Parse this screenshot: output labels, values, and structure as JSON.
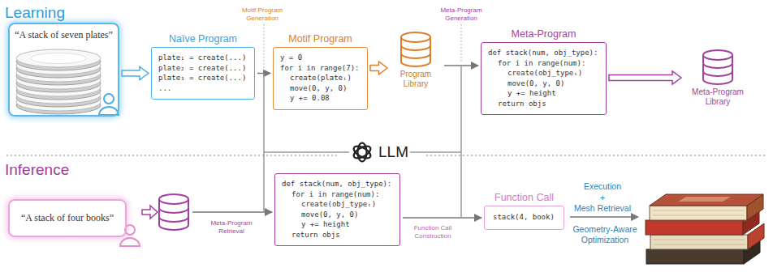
{
  "diagram": {
    "nodes": [
      {
        "text": [
          "“A stack of seven plates”"
        ]
      },
      {
        "text": [
          "Naïve Program",
          "plate₁ = create(...)",
          "plate₂ = create(...)",
          "plate₃ = create(...)",
          "..."
        ]
      },
      {
        "text": [
          "Motif Program",
          "y = 0",
          "for i in range(7):",
          "create(plateᵢ)",
          "move(0, y, 0)",
          "y += 0.08"
        ]
      },
      {
        "text": [
          "Program Library"
        ]
      },
      {
        "text": [
          "Meta-Program",
          "def stack(num, obj_type):",
          "for i in range(num):",
          "create(obj_typeᵢ)",
          "move(0, y, 0)",
          "y += height",
          "return objs"
        ]
      },
      {
        "text": [
          "Meta-Program Library"
        ]
      },
      {
        "text": [
          "LLM"
        ]
      },
      {
        "text": [
          "“A stack of four books”"
        ]
      },
      {
        "text": [
          "def stack(num, obj_type):",
          "for i in range(num):",
          "create(obj_typeᵢ)",
          "move(0, y, 0)",
          "y += height",
          "return objs"
        ]
      },
      {
        "text": [
          "Function Call",
          "stack(4, book)"
        ]
      }
    ],
    "edges": [
      {
        "from": 0,
        "to": 1,
        "arrow": "to"
      },
      {
        "from": 1,
        "to": 2,
        "arrow": "to"
      },
      {
        "from": 2,
        "to": 3,
        "arrow": "to"
      },
      {
        "from": 3,
        "to": 4,
        "arrow": "to"
      },
      {
        "from": 4,
        "to": 5,
        "arrow": "to"
      },
      {
        "from": 8,
        "to": 9,
        "arrow": "to"
      }
    ],
    "labels": [
      "Learning",
      "Motif Program Generation",
      "Meta-Program Generation",
      "Inference",
      "Meta-Program Retrieval",
      "Function Call Construction",
      "Execution",
      "+",
      "Mesh Retrieval",
      "Geometry-Aware Optimization"
    ]
  }
}
